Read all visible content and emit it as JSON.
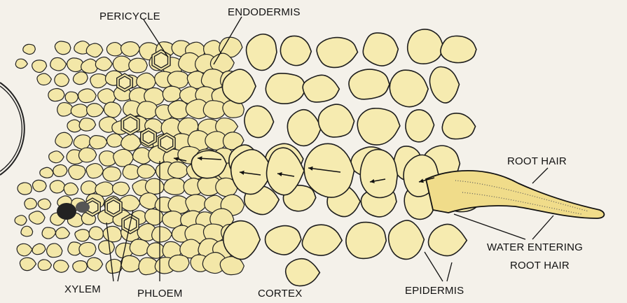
{
  "labels": {
    "pericycle": "PERICYCLE",
    "endodermis": "ENDODERMIS",
    "root_hair": "ROOT HAIR",
    "water_entering_line1": "WATER ENTERING",
    "water_entering_line2": "ROOT HAIR",
    "xylem": "XYLEM",
    "phloem": "PHLOEM",
    "cortex": "CORTEX",
    "epidermis": "EPIDERMIS"
  },
  "colors": {
    "cell_fill": "#f6ebb0",
    "cell_outline": "#1d1d1d",
    "background": "#f4f1ea",
    "arrow": "#111111"
  }
}
